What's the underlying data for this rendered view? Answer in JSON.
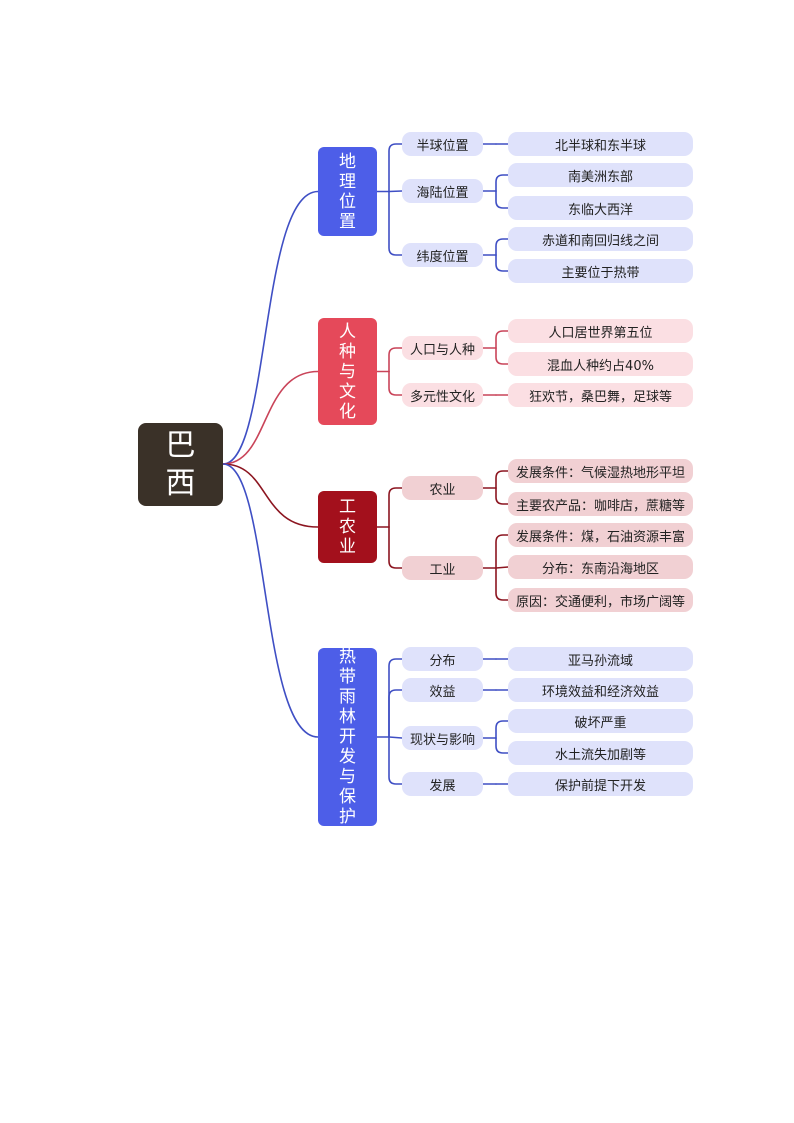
{
  "root": {
    "label": "巴西"
  },
  "branches": [
    {
      "label": "地理位置",
      "subs": [
        {
          "label": "半球位置",
          "leaves": [
            "北半球和东半球"
          ]
        },
        {
          "label": "海陆位置",
          "leaves": [
            "南美洲东部",
            "东临大西洋"
          ]
        },
        {
          "label": "纬度位置",
          "leaves": [
            "赤道和南回归线之间",
            "主要位于热带"
          ]
        }
      ]
    },
    {
      "label": "人种与文化",
      "subs": [
        {
          "label": "人口与人种",
          "leaves": [
            "人口居世界第五位",
            "混血人种约占40%"
          ]
        },
        {
          "label": "多元性文化",
          "leaves": [
            "狂欢节，桑巴舞，足球等"
          ]
        }
      ]
    },
    {
      "label": "工农业",
      "subs": [
        {
          "label": "农业",
          "leaves": [
            "发展条件：气候湿热地形平坦",
            "主要农产品：咖啡店，蔗糖等"
          ]
        },
        {
          "label": "工业",
          "leaves": [
            "发展条件：煤，石油资源丰富",
            "分布：东南沿海地区",
            "原因：交通便利，市场广阔等"
          ]
        }
      ]
    },
    {
      "label": "热带雨林开发与保护",
      "subs": [
        {
          "label": "分布",
          "leaves": [
            "亚马孙流域"
          ]
        },
        {
          "label": "效益",
          "leaves": [
            "环境效益和经济效益"
          ]
        },
        {
          "label": "现状与影响",
          "leaves": [
            "破坏严重",
            "水土流失加剧等"
          ]
        },
        {
          "label": "发展",
          "leaves": [
            "保护前提下开发"
          ]
        }
      ]
    }
  ],
  "colors": {
    "root_fill": "#3a3128",
    "branch_fill": [
      "#4d5ee8",
      "#e5495a",
      "#a3101c",
      "#4d5ee8"
    ],
    "sub_fill": [
      "#dfe2fb",
      "#fbdfe3",
      "#f1d0d3",
      "#dfe2fb"
    ],
    "leaf_fill": [
      "#dfe2fb",
      "#fbdfe3",
      "#f1d0d3",
      "#dfe2fb"
    ],
    "link": [
      "#3f4fc4",
      "#c94459",
      "#8c1520",
      "#3f4fc4"
    ],
    "text_dark": "#222222"
  }
}
